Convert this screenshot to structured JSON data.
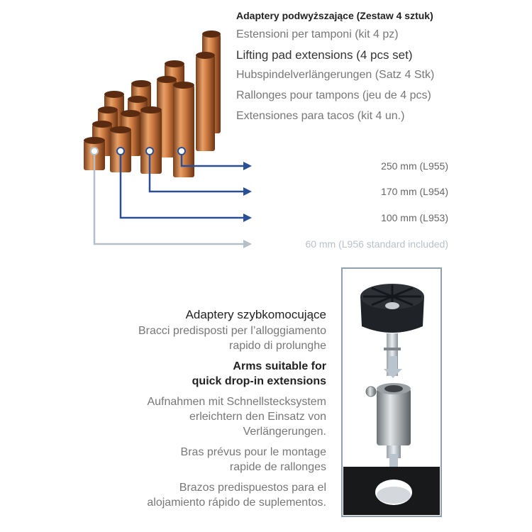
{
  "header": {
    "title_pl": "Adaptery podwyższające (Zestaw 4 sztuk)",
    "lines": [
      {
        "lang": "it",
        "text": "Estensioni per tamponi (kit 4 pz)"
      },
      {
        "lang": "en",
        "text": "Lifting pad extensions (4 pcs set)"
      },
      {
        "lang": "de",
        "text": "Hubspindelverlängerungen (Satz 4 Stk)"
      },
      {
        "lang": "fr",
        "text": "Rallonges pour tampons (jeu de 4 pcs)"
      },
      {
        "lang": "es",
        "text": "Extensiones para tacos (kit 4 un.)"
      }
    ]
  },
  "sizes": [
    {
      "label": "250 mm (L955)"
    },
    {
      "label": "170 mm (L954)"
    },
    {
      "label": "100 mm (L953)"
    },
    {
      "label": "60 mm (L956 standard included)"
    }
  ],
  "quick": {
    "pl": "Adaptery szybkomocujące",
    "it_1": "Bracci predisposti per l’alloggiamento",
    "it_2": "rapido di prolunghe",
    "en_1": "Arms suitable for",
    "en_2": "quick drop-in extensions",
    "de_1": "Aufnahmen mit Schnellstecksystem",
    "de_2": "erleichtern den Einsatz von",
    "de_3": "Verlängerungen.",
    "fr_1": "Bras prévus pour le montage",
    "fr_2": "rapide de rallonges",
    "es_1": "Brazos predispuestos para el",
    "es_2": "alojamiento rápido de suplementos."
  },
  "colors": {
    "arrow_blue": "#2a4f95",
    "arrow_gray": "#b5bfc8",
    "copper": "#c9763e",
    "frame": "#8fa0b0"
  }
}
